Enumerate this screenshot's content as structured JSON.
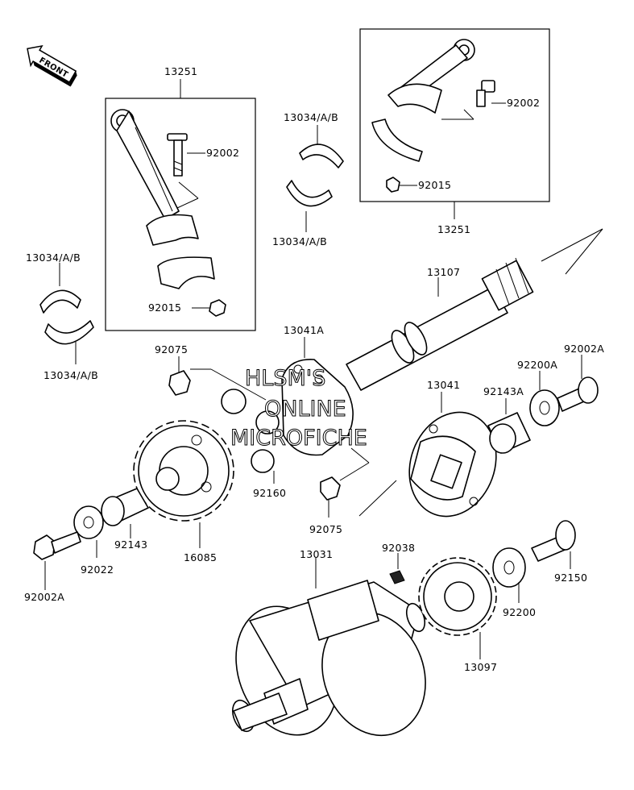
{
  "front_badge": "FRONT",
  "watermark": [
    "HLSM'S",
    "ONLINE",
    "MICROFICHE"
  ],
  "callouts": {
    "rod_left": "13251",
    "bolt_left": "92002",
    "nut_left": "92015",
    "bearing_left_top": "13034/A/B",
    "bearing_left_bottom": "13034/A/B",
    "bearing_mid_top": "13034/A/B",
    "bearing_mid_bottom": "13034/A/B",
    "rod_right": "13251",
    "bolt_right": "92002",
    "nut_right": "92015",
    "shaft": "13107",
    "gear_plate_a": "13041A",
    "pinion_top": "92075",
    "pinion_bottom": "92075",
    "collar_small": "92160",
    "gear_plate": "13041",
    "bushing_a": "92143A",
    "washer_a": "92200A",
    "bolt_a_right": "92002A",
    "large_gear": "16085",
    "bushing": "92143",
    "washer_left": "92022",
    "bolt_a_left": "92002A",
    "crankshaft": "13031",
    "key": "92038",
    "crank_gear": "13097",
    "washer_right": "92200",
    "bolt_right_bottom": "92150"
  }
}
